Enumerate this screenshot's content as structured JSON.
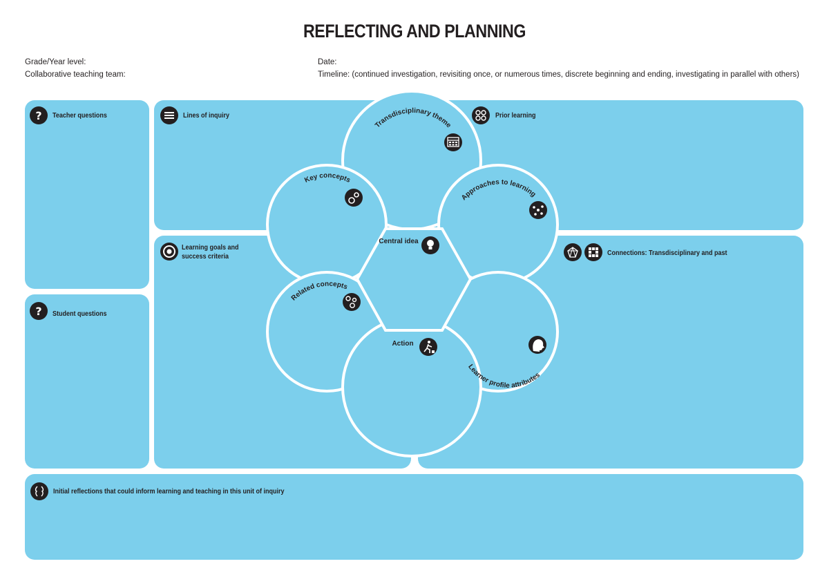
{
  "title": "REFLECTING AND PLANNING",
  "meta": {
    "grade_label": "Grade/Year level:",
    "team_label": "Collaborative teaching team:",
    "date_label": "Date:",
    "timeline_label": "Timeline: (continued investigation, revisiting once, or numerous times, discrete beginning and ending, investigating in parallel with others)"
  },
  "boxes": {
    "teacher_questions": "Teacher questions",
    "student_questions": "Student questions",
    "lines_of_inquiry": "Lines of inquiry",
    "prior_learning": "Prior learning",
    "learning_goals": "Learning goals and success criteria",
    "connections": "Connections: Transdisciplinary and past",
    "initial_reflections": "Initial reflections that could inform learning and teaching in this unit of inquiry"
  },
  "diagram": {
    "transdisciplinary_theme": "Transdisciplinary theme",
    "key_concepts": "Key concepts",
    "approaches_to_learning": "Approaches to learning",
    "central_idea": "Central idea",
    "related_concepts": "Related concepts",
    "action": "Action",
    "learner_profile": "Learner profile attributes"
  },
  "colors": {
    "box_fill": "#7ccfec",
    "icon": "#231f20",
    "outline": "#ffffff"
  },
  "icons": {
    "teacher_questions": "question-icon",
    "student_questions": "question-icon",
    "lines_of_inquiry": "list-lines-icon",
    "prior_learning": "prior-learning-icon",
    "learning_goals": "target-icon",
    "connections": "network-icon",
    "initial_reflections": "reflection-faces-icon"
  }
}
